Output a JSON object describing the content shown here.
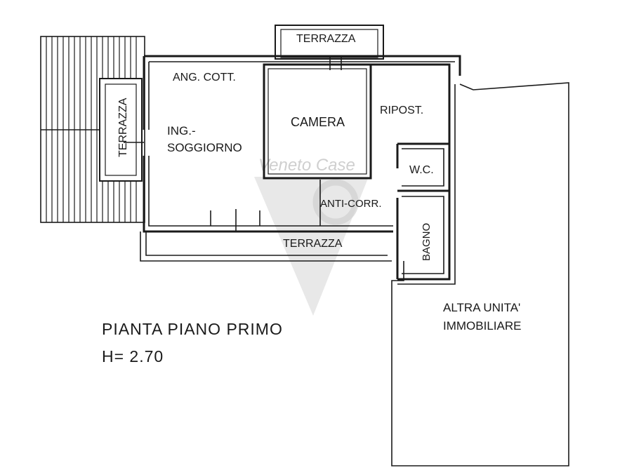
{
  "watermark": {
    "text": "Veneto Case",
    "color": "#cfcfcf"
  },
  "rooms": {
    "terrazza_top": "TERRAZZA",
    "terrazza_left": "TERRAZZA",
    "terrazza_bottom": "TERRAZZA",
    "ang_cott": "ANG. COTT.",
    "ing": "ING.-",
    "soggiorno": "SOGGIORNO",
    "camera": "CAMERA",
    "ripost": "RIPOST.",
    "wc": "W.C.",
    "anti_corr": "ANTI-CORR.",
    "bagno": "BAGNO",
    "altra_line1": "ALTRA UNITA'",
    "altra_line2": "IMMOBILIARE"
  },
  "caption": {
    "title": "PIANTA PIANO PRIMO",
    "height": "H= 2.70"
  },
  "colors": {
    "ink": "#1a1a1a",
    "background": "#ffffff",
    "watermark": "#cfcfcf"
  }
}
